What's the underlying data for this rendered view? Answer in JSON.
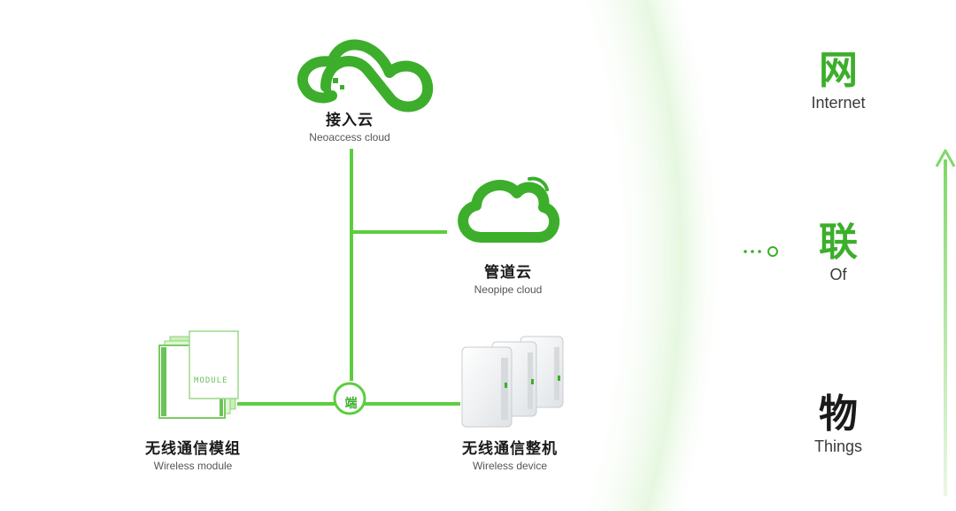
{
  "nodes": {
    "access_cloud": {
      "zh": "接入云",
      "en": "Neoaccess cloud"
    },
    "pipe_cloud": {
      "zh": "管道云",
      "en": "Neopipe cloud"
    },
    "terminal": {
      "zh": "端"
    },
    "module": {
      "zh": "无线通信模组",
      "en": "Wireless module",
      "device_text": "MODULE"
    },
    "device": {
      "zh": "无线通信整机",
      "en": "Wireless device"
    }
  },
  "side": {
    "internet": {
      "zh": "网",
      "en": "Internet"
    },
    "of": {
      "zh": "联",
      "en": "Of"
    },
    "things": {
      "zh": "物",
      "en": "Things"
    }
  },
  "colors": {
    "accent": "#3cae2b",
    "line": "#5ccd3f",
    "text": "#1a1a1a"
  }
}
